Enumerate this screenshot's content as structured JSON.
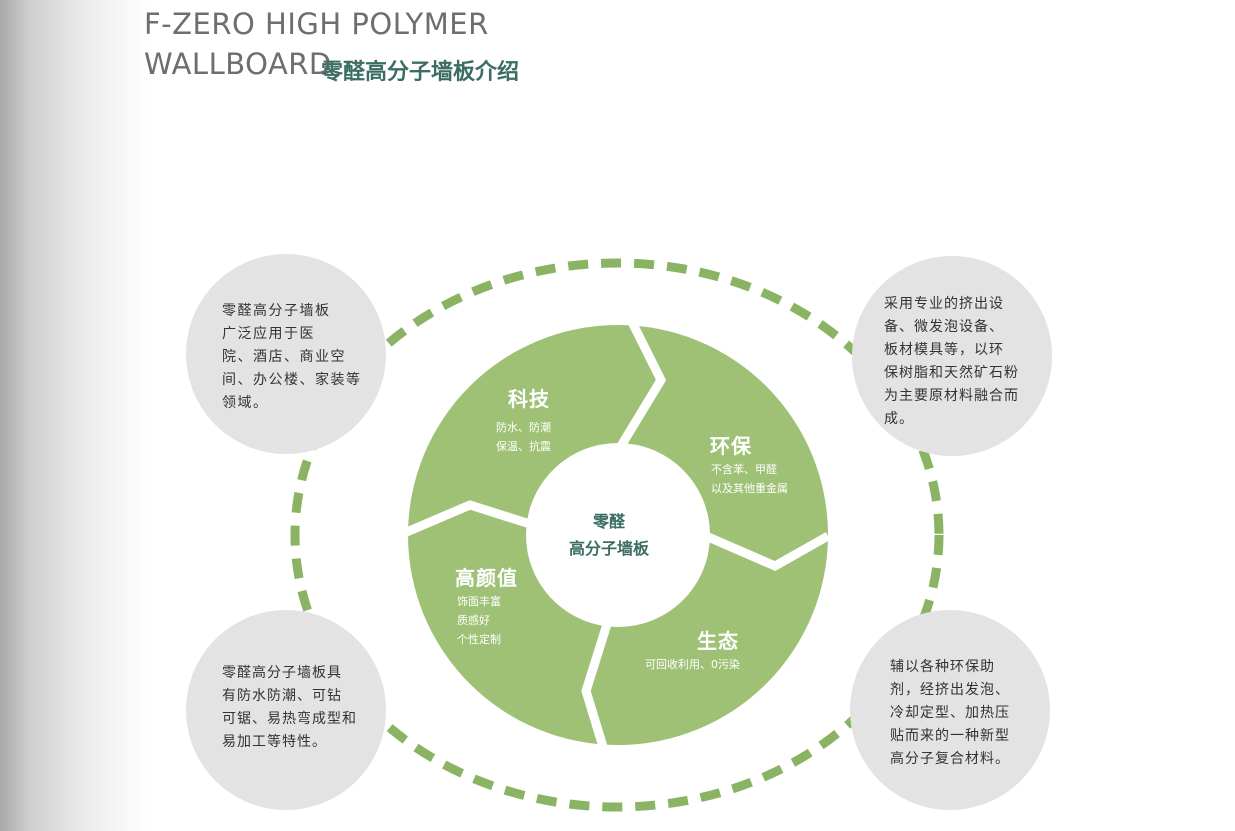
{
  "header": {
    "title_en_line1": "F-ZERO HIGH POLYMER",
    "title_en_line2": "WALLBOARD",
    "title_cn": "零醛高分子墙板介绍"
  },
  "colors": {
    "green": "#9fc175",
    "dash_green": "#8ab464",
    "gray_circle": "#e3e3e3",
    "title_teal": "#3c6d62",
    "title_gray": "#6e6e6e"
  },
  "center": {
    "line1": "零醛",
    "line2": "高分子墙板"
  },
  "segments": {
    "tech": {
      "title": "科技",
      "desc1": "防水、防潮",
      "desc2": "保温、抗震"
    },
    "eco": {
      "title": "环保",
      "desc1": "不含苯、甲醛",
      "desc2": "以及其他重金属"
    },
    "eco_cycle": {
      "title": "生态",
      "desc1": "可回收利用、0污染"
    },
    "beauty": {
      "title": "高颜值",
      "desc1": "饰面丰富",
      "desc2": "质感好",
      "desc3": "个性定制"
    }
  },
  "side_circles": {
    "top_left": {
      "lines": [
        "零醛高分子墙板",
        "广泛应用于医",
        "院、酒店、商业空",
        "间、办公楼、家装等",
        "领域。"
      ]
    },
    "top_right": {
      "lines": [
        "采用专业的挤出设",
        "备、微发泡设备、",
        "板材模具等，以环",
        "保树脂和天然矿石粉",
        "为主要原材料融合而",
        "成。"
      ]
    },
    "bottom_left": {
      "lines": [
        "零醛高分子墙板具",
        "有防水防潮、可钻",
        "可锯、易热弯成型和",
        "易加工等特性。"
      ]
    },
    "bottom_right": {
      "lines": [
        "辅以各种环保助",
        "剂，经挤出发泡、",
        "冷却定型、加热压",
        "贴而来的一种新型",
        "高分子复合材料。"
      ]
    }
  }
}
